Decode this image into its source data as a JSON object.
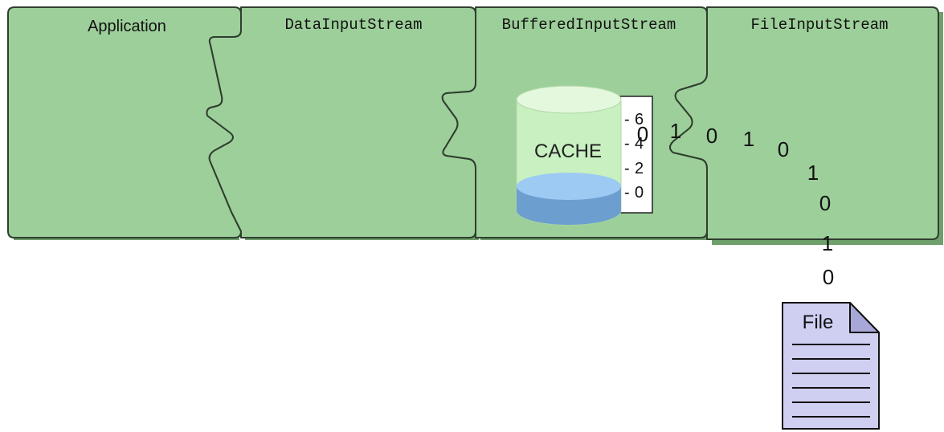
{
  "pieces": [
    {
      "id": "application",
      "label": "Application"
    },
    {
      "id": "data-input-stream",
      "label": "DataInputStream"
    },
    {
      "id": "buffered-input-stream",
      "label": "BufferedInputStream"
    },
    {
      "id": "file-input-stream",
      "label": "FileInputStream"
    }
  ],
  "cache": {
    "label": "CACHE",
    "gauge_ticks": [
      "6",
      "4",
      "2",
      "0"
    ],
    "fill_level": 2
  },
  "bits": [
    "0",
    "1",
    "0",
    "1",
    "0",
    "1",
    "0",
    "1",
    "0"
  ],
  "file": {
    "label": "File"
  },
  "colors": {
    "piece_fill": "#9dcf9a",
    "piece_stroke": "#2f3e2f",
    "piece_shadow": "#6fa06c",
    "cache_glass": "#c8f0c0",
    "cache_liquid": "#9ccaf2",
    "cache_liquid_dark": "#6c9ed0",
    "file_fill": "#cfcff2",
    "file_fold": "#a7a7d8"
  }
}
